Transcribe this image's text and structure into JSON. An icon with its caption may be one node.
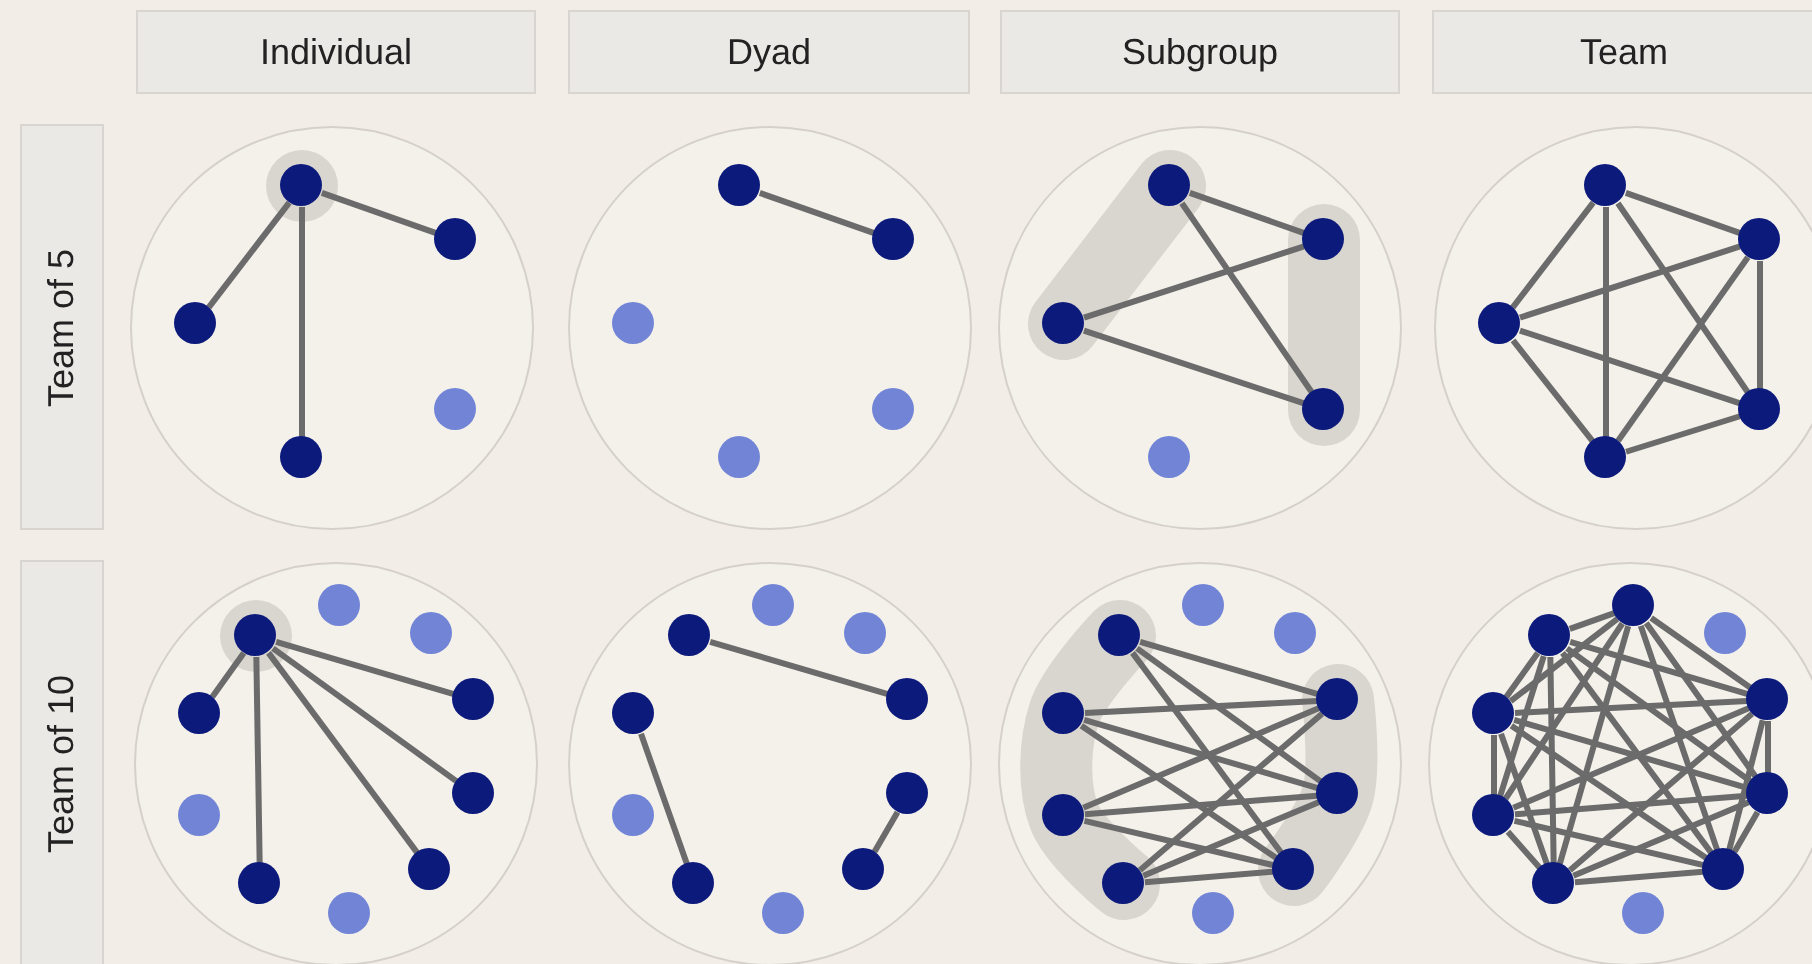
{
  "diagram": {
    "nodes": [
      {
        "text": [
          "Individual"
        ]
      },
      {
        "text": [
          "Dyad"
        ]
      },
      {
        "text": [
          "Subgroup"
        ]
      },
      {
        "text": [
          "Team"
        ]
      },
      {
        "text": [
          "Team of 5"
        ]
      },
      {
        "text": [],
        "shape": "circle"
      },
      {
        "text": [],
        "shape": "circle",
        "in": 5
      },
      {
        "text": [],
        "shape": "circle",
        "in": 5
      },
      {
        "text": [],
        "shape": "circle",
        "in": 5
      },
      {
        "text": [],
        "shape": "circle",
        "in": 5
      },
      {
        "text": [],
        "shape": "circle",
        "in": 5
      },
      {
        "text": [],
        "shape": "circle"
      },
      {
        "text": [],
        "shape": "circle",
        "in": 11
      },
      {
        "text": [],
        "shape": "circle",
        "in": 11
      },
      {
        "text": [],
        "shape": "circle",
        "in": 11
      },
      {
        "text": [],
        "shape": "circle",
        "in": 11
      },
      {
        "text": [],
        "shape": "circle",
        "in": 11
      },
      {
        "text": [],
        "shape": "circle"
      },
      {
        "text": [],
        "shape": "circle",
        "in": 17
      },
      {
        "text": [],
        "shape": "circle",
        "in": 17
      },
      {
        "text": [],
        "shape": "circle",
        "in": 17
      },
      {
        "text": [],
        "shape": "circle",
        "in": 17
      },
      {
        "text": [],
        "shape": "circle",
        "in": 17
      },
      {
        "text": [],
        "shape": "circle"
      },
      {
        "text": [],
        "shape": "circle",
        "in": 23
      },
      {
        "text": [],
        "shape": "circle",
        "in": 23
      },
      {
        "text": [],
        "shape": "circle",
        "in": 23
      },
      {
        "text": [],
        "shape": "circle",
        "in": 23
      },
      {
        "text": [],
        "shape": "circle",
        "in": 23
      },
      {
        "text": [
          "Team of 10"
        ]
      },
      {
        "text": [],
        "shape": "circle"
      },
      {
        "text": [],
        "shape": "circle",
        "in": 30
      },
      {
        "text": [],
        "shape": "circle",
        "in": 30
      },
      {
        "text": [],
        "shape": "circle",
        "in": 30
      },
      {
        "text": [],
        "shape": "circle",
        "in": 30
      },
      {
        "text": [],
        "shape": "circle",
        "in": 30
      },
      {
        "text": [],
        "shape": "circle",
        "in": 30
      },
      {
        "text": [],
        "shape": "circle",
        "in": 30
      },
      {
        "text": [],
        "shape": "circle",
        "in": 30
      },
      {
        "text": [],
        "shape": "circle",
        "in": 30
      },
      {
        "text": [],
        "shape": "circle",
        "in": 30
      },
      {
        "text": [],
        "shape": "circle"
      },
      {
        "text": [],
        "shape": "circle",
        "in": 41
      },
      {
        "text": [],
        "shape": "circle",
        "in": 41
      },
      {
        "text": [],
        "shape": "circle",
        "in": 41
      },
      {
        "text": [],
        "shape": "circle",
        "in": 41
      },
      {
        "text": [],
        "shape": "circle",
        "in": 41
      },
      {
        "text": [],
        "shape": "circle",
        "in": 41
      },
      {
        "text": [],
        "shape": "circle",
        "in": 41
      },
      {
        "text": [],
        "shape": "circle",
        "in": 41
      },
      {
        "text": [],
        "shape": "circle",
        "in": 41
      },
      {
        "text": [],
        "shape": "circle",
        "in": 41
      },
      {
        "text": [],
        "shape": "circle"
      },
      {
        "text": [],
        "shape": "circle",
        "in": 52
      },
      {
        "text": [],
        "shape": "circle",
        "in": 52
      },
      {
        "text": [],
        "shape": "circle",
        "in": 52
      },
      {
        "text": [],
        "shape": "circle",
        "in": 52
      },
      {
        "text": [],
        "shape": "circle",
        "in": 52
      },
      {
        "text": [],
        "shape": "circle",
        "in": 52
      },
      {
        "text": [],
        "shape": "circle",
        "in": 52
      },
      {
        "text": [],
        "shape": "circle",
        "in": 52
      },
      {
        "text": [],
        "shape": "circle",
        "in": 52
      },
      {
        "text": [],
        "shape": "circle",
        "in": 52
      },
      {
        "text": [],
        "shape": "circle"
      },
      {
        "text": [],
        "shape": "circle",
        "in": 63
      },
      {
        "text": [],
        "shape": "circle",
        "in": 63
      },
      {
        "text": [],
        "shape": "circle",
        "in": 63
      },
      {
        "text": [],
        "shape": "circle",
        "in": 63
      },
      {
        "text": [],
        "shape": "circle",
        "in": 63
      },
      {
        "text": [],
        "shape": "circle",
        "in": 63
      },
      {
        "text": [],
        "shape": "circle",
        "in": 63
      },
      {
        "text": [],
        "shape": "circle",
        "in": 63
      },
      {
        "text": [],
        "shape": "circle",
        "in": 63
      },
      {
        "text": [],
        "shape": "circle",
        "in": 63
      }
    ],
    "edges": [
      {
        "from": 6,
        "to": 7,
        "arrow": "none"
      },
      {
        "from": 6,
        "to": 9,
        "arrow": "none"
      },
      {
        "from": 6,
        "to": 10,
        "arrow": "none"
      },
      {
        "from": 12,
        "to": 13,
        "arrow": "none"
      },
      {
        "from": 18,
        "to": 19,
        "arrow": "none"
      },
      {
        "from": 18,
        "to": 20,
        "arrow": "none"
      },
      {
        "from": 22,
        "to": 19,
        "arrow": "none"
      },
      {
        "from": 22,
        "to": 20,
        "arrow": "none"
      },
      {
        "from": 24,
        "to": 25,
        "arrow": "none"
      },
      {
        "from": 24,
        "to": 26,
        "arrow": "none"
      },
      {
        "from": 24,
        "to": 27,
        "arrow": "none"
      },
      {
        "from": 24,
        "to": 28,
        "arrow": "none"
      },
      {
        "from": 25,
        "to": 26,
        "arrow": "none"
      },
      {
        "from": 25,
        "to": 27,
        "arrow": "none"
      },
      {
        "from": 25,
        "to": 28,
        "arrow": "none"
      },
      {
        "from": 26,
        "to": 27,
        "arrow": "none"
      },
      {
        "from": 26,
        "to": 28,
        "arrow": "none"
      },
      {
        "from": 27,
        "to": 28,
        "arrow": "none"
      },
      {
        "from": 40,
        "to": 33,
        "arrow": "none"
      },
      {
        "from": 40,
        "to": 34,
        "arrow": "none"
      },
      {
        "from": 40,
        "to": 35,
        "arrow": "none"
      },
      {
        "from": 40,
        "to": 37,
        "arrow": "none"
      },
      {
        "from": 40,
        "to": 39,
        "arrow": "none"
      },
      {
        "from": 51,
        "to": 44,
        "arrow": "none"
      },
      {
        "from": 50,
        "to": 48,
        "arrow": "none"
      },
      {
        "from": 45,
        "to": 46,
        "arrow": "none"
      },
      {
        "from": 62,
        "to": 55,
        "arrow": "none"
      },
      {
        "from": 62,
        "to": 56,
        "arrow": "none"
      },
      {
        "from": 62,
        "to": 57,
        "arrow": "none"
      },
      {
        "from": 61,
        "to": 55,
        "arrow": "none"
      },
      {
        "from": 61,
        "to": 56,
        "arrow": "none"
      },
      {
        "from": 61,
        "to": 57,
        "arrow": "none"
      },
      {
        "from": 60,
        "to": 55,
        "arrow": "none"
      },
      {
        "from": 60,
        "to": 56,
        "arrow": "none"
      },
      {
        "from": 60,
        "to": 57,
        "arrow": "none"
      },
      {
        "from": 59,
        "to": 55,
        "arrow": "none"
      },
      {
        "from": 59,
        "to": 56,
        "arrow": "none"
      },
      {
        "from": 59,
        "to": 57,
        "arrow": "none"
      },
      {
        "from": 64,
        "to": 66,
        "arrow": "none"
      },
      {
        "from": 64,
        "to": 67,
        "arrow": "none"
      },
      {
        "from": 64,
        "to": 68,
        "arrow": "none"
      },
      {
        "from": 64,
        "to": 70,
        "arrow": "none"
      },
      {
        "from": 64,
        "to": 71,
        "arrow": "none"
      },
      {
        "from": 64,
        "to": 72,
        "arrow": "none"
      },
      {
        "from": 64,
        "to": 73,
        "arrow": "none"
      },
      {
        "from": 66,
        "to": 67,
        "arrow": "none"
      },
      {
        "from": 66,
        "to": 68,
        "arrow": "none"
      },
      {
        "from": 66,
        "to": 70,
        "arrow": "none"
      },
      {
        "from": 66,
        "to": 71,
        "arrow": "none"
      },
      {
        "from": 66,
        "to": 72,
        "arrow": "none"
      },
      {
        "from": 66,
        "to": 73,
        "arrow": "none"
      },
      {
        "from": 67,
        "to": 68,
        "arrow": "none"
      },
      {
        "from": 67,
        "to": 70,
        "arrow": "none"
      },
      {
        "from": 67,
        "to": 71,
        "arrow": "none"
      },
      {
        "from": 67,
        "to": 72,
        "arrow": "none"
      },
      {
        "from": 67,
        "to": 73,
        "arrow": "none"
      },
      {
        "from": 68,
        "to": 70,
        "arrow": "none"
      },
      {
        "from": 68,
        "to": 71,
        "arrow": "none"
      },
      {
        "from": 68,
        "to": 72,
        "arrow": "none"
      },
      {
        "from": 68,
        "to": 73,
        "arrow": "none"
      },
      {
        "from": 70,
        "to": 71,
        "arrow": "none"
      },
      {
        "from": 70,
        "to": 72,
        "arrow": "none"
      },
      {
        "from": 70,
        "to": 73,
        "arrow": "none"
      },
      {
        "from": 71,
        "to": 72,
        "arrow": "none"
      },
      {
        "from": 71,
        "to": 73,
        "arrow": "none"
      },
      {
        "from": 72,
        "to": 73,
        "arrow": "none"
      }
    ]
  }
}
